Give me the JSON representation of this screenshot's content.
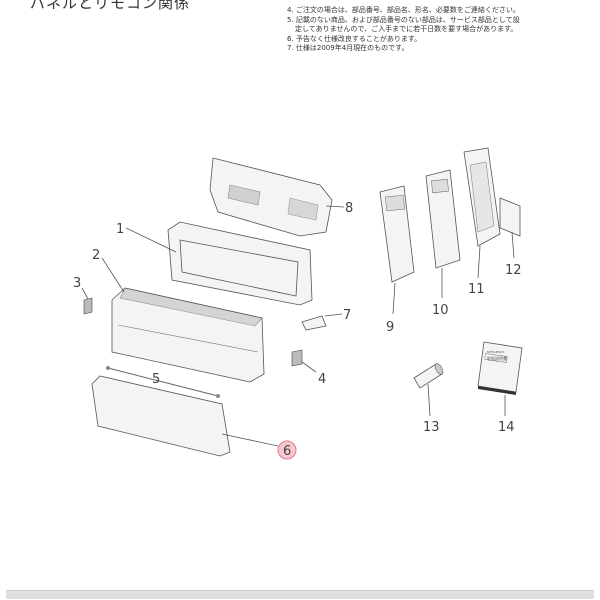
{
  "header": {
    "title": "パネルとリモコン関係"
  },
  "notes": [
    "4. ご注文の場合は、部品番号、部品名、形名、必要数をご連絡ください。",
    "5. 記載のない商品、および部品番号のない部品は、サービス部品として設",
    "定してありませんので、ご入手までに若干日数を要す場合があります。",
    "6. 予告なく仕様改良することがあります。",
    "7. 仕様は2009年4月現在のものです。"
  ],
  "callouts": [
    "1",
    "2",
    "3",
    "4",
    "5",
    "6",
    "7",
    "8",
    "9",
    "10",
    "11",
    "12",
    "13",
    "14"
  ],
  "highlighted_callout": "6",
  "manual_cover": {
    "brand": "MITSUBISHI",
    "title": "取扱説明書"
  },
  "colors": {
    "highlight_fill": "#f7c6cf",
    "highlight_stroke": "#e07a8c",
    "bar": "#e0e0e0"
  }
}
